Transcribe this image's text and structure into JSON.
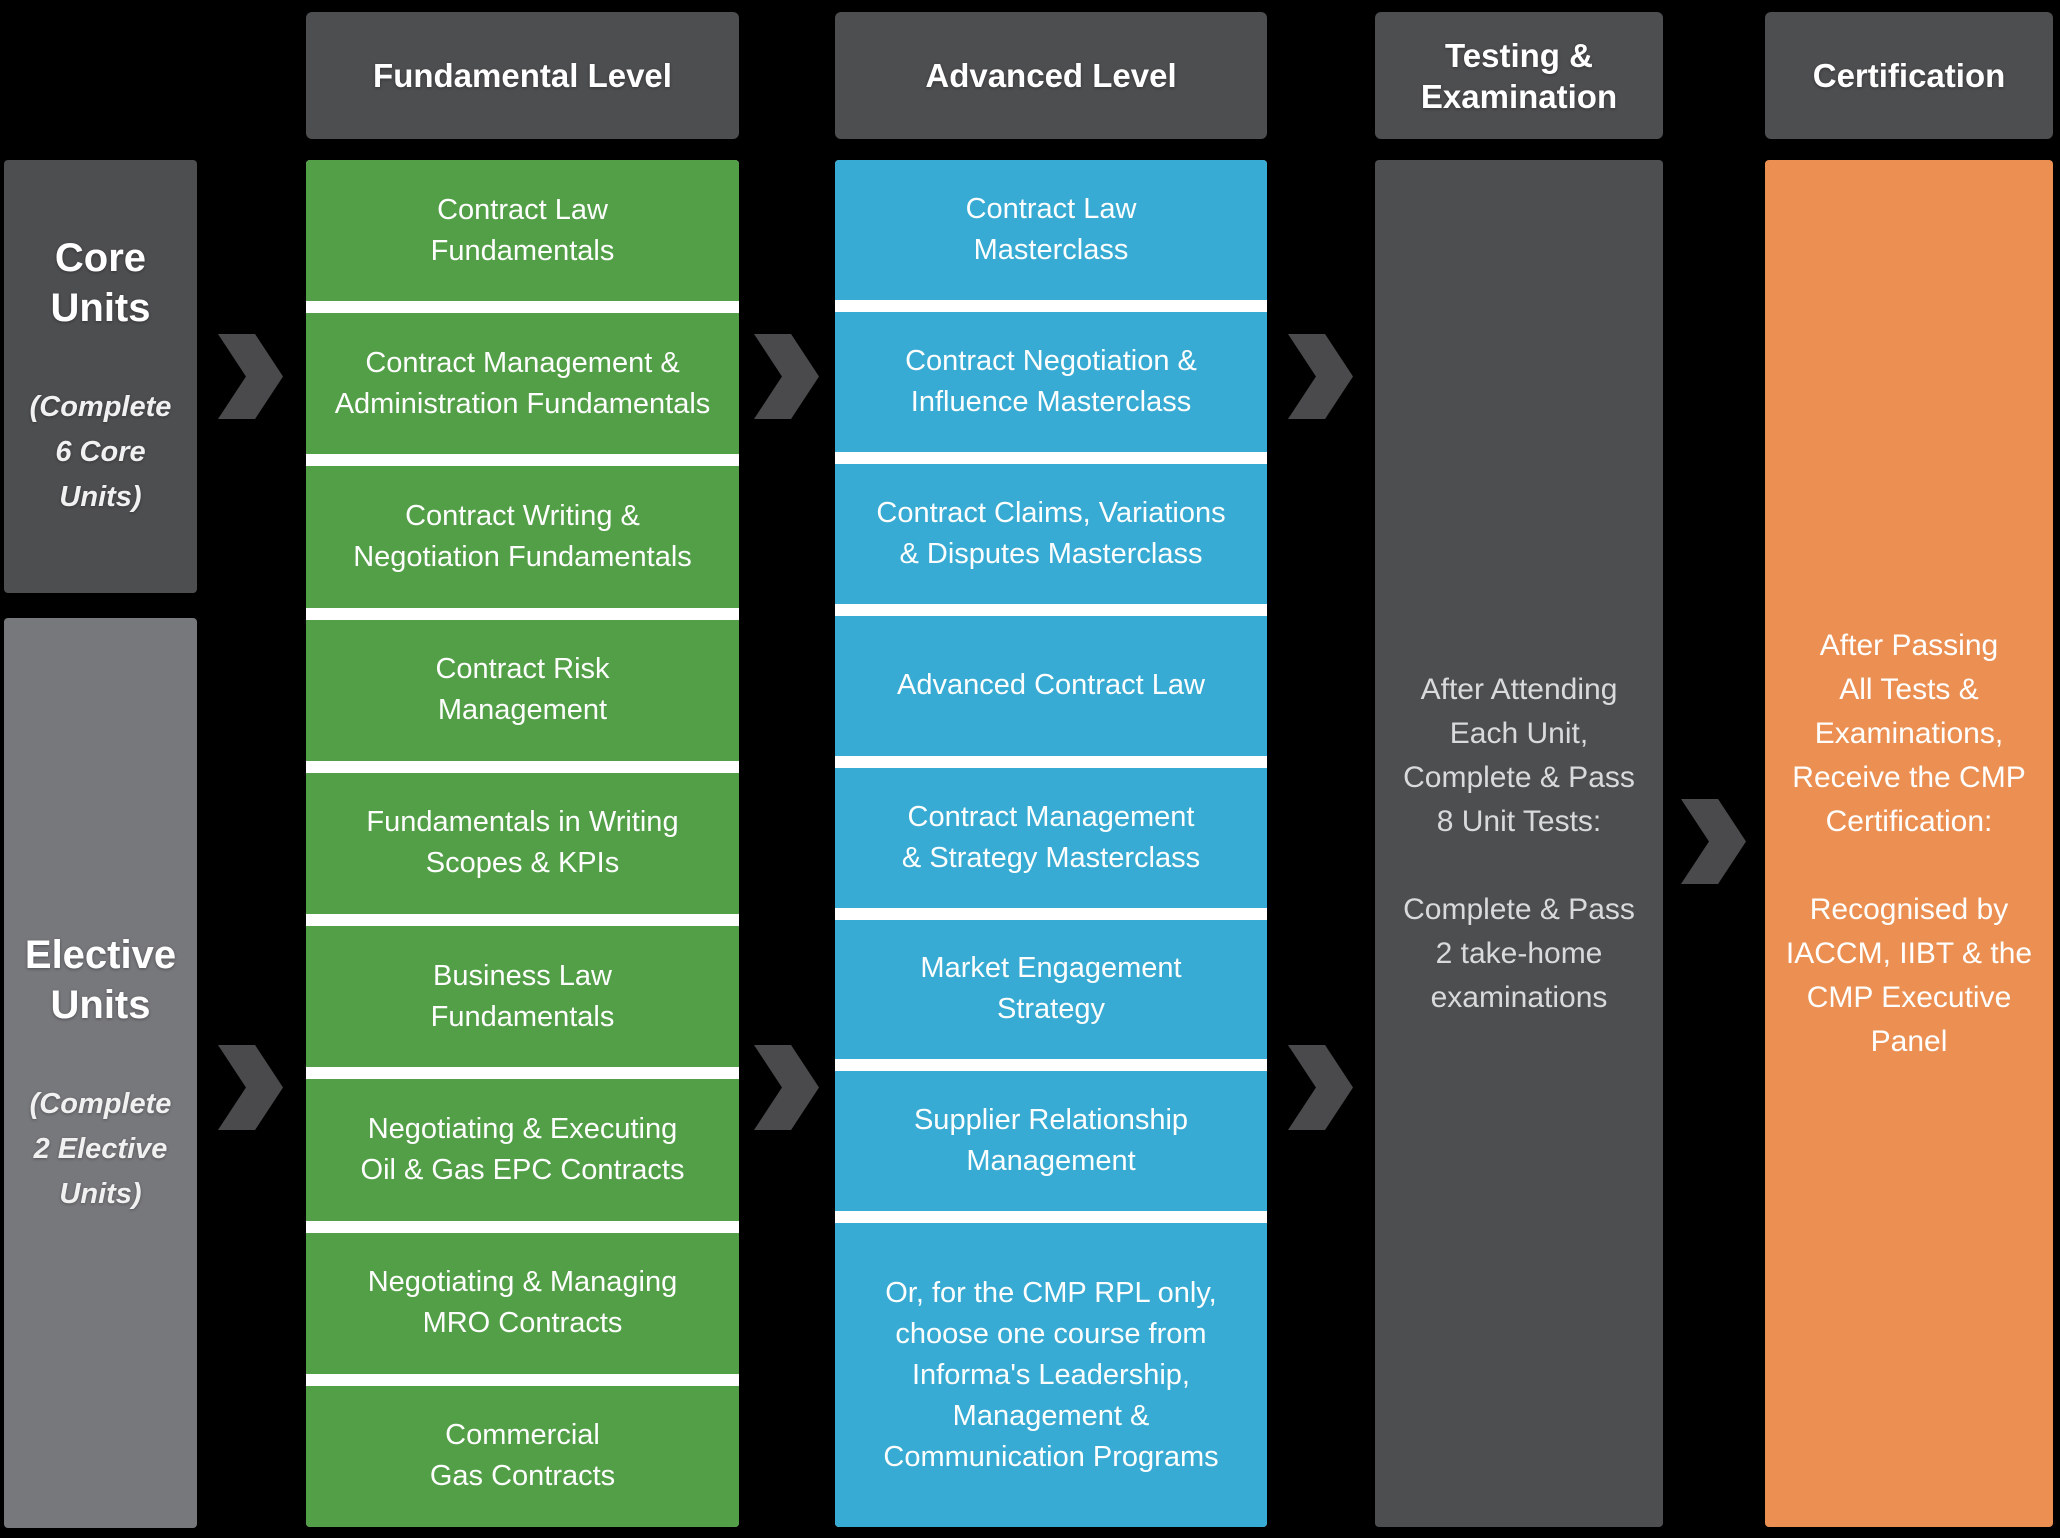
{
  "headers": {
    "fundamental": "Fundamental Level",
    "advanced": "Advanced Level",
    "testing": "Testing &\nExamination",
    "certification": "Certification"
  },
  "core_units": {
    "title": "Core\nUnits",
    "note": "(Complete\n6 Core\nUnits)"
  },
  "elective_units": {
    "title": "Elective\nUnits",
    "note": "(Complete\n2 Elective\nUnits)"
  },
  "fundamental_courses": [
    "Contract Law\nFundamentals",
    "Contract Management &\nAdministration Fundamentals",
    "Contract Writing &\nNegotiation Fundamentals",
    "Contract Risk\nManagement",
    "Fundamentals in Writing\nScopes & KPIs",
    "Business Law\nFundamentals",
    "Negotiating & Executing\nOil & Gas EPC Contracts",
    "Negotiating & Managing\nMRO Contracts",
    "Commercial\nGas Contracts"
  ],
  "advanced_courses": [
    "Contract Law\nMasterclass",
    "Contract Negotiation &\nInfluence Masterclass",
    "Contract Claims, Variations\n& Disputes Masterclass",
    "Advanced Contract Law",
    "Contract Management\n& Strategy Masterclass",
    "Market Engagement\nStrategy",
    "Supplier Relationship\nManagement",
    "Or, for the CMP RPL only,\nchoose one course from\nInforma's Leadership,\nManagement &\nCommunication Programs"
  ],
  "testing_text": "After Attending\nEach Unit,\nComplete & Pass\n8 Unit Tests:\n\nComplete & Pass\n2 take-home\nexaminations",
  "certification_text": "After Passing\nAll Tests &\nExaminations,\nReceive the CMP\nCertification:\n\nRecognised by\nIACCM, IIBT & the\nCMP Executive\nPanel",
  "colors": {
    "background": "#000000",
    "header_gray": "#4d4e50",
    "core_units_gray": "#4d4e50",
    "elective_units_gray": "#77787c",
    "fundamental_green": "#539f47",
    "advanced_blue": "#37abd3",
    "testing_gray": "#4d4e50",
    "certification_orange": "#eb9052",
    "arrow_gray": "#4a4a4d",
    "separator_white": "#ffffff"
  }
}
